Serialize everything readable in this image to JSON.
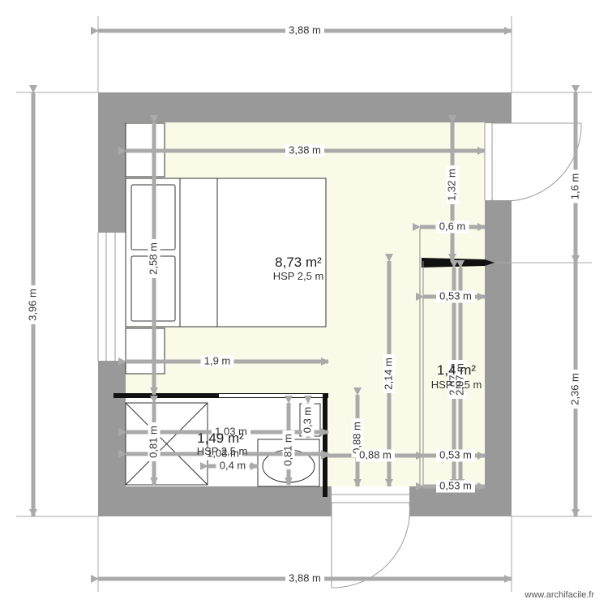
{
  "plan": {
    "colors": {
      "wall": "#999999",
      "floor": "#fafae8",
      "dimension": "#aaaaaa",
      "text": "#333333",
      "thin_line": "#333333"
    },
    "rooms": [
      {
        "area": "8,73 m²",
        "hsp": "HSP 2,5 m"
      },
      {
        "area": "1,4 m²",
        "hsp": "HSP 2,5 m"
      },
      {
        "area": "1,49 m²",
        "hsp": "HSP 2,5 m"
      }
    ],
    "dimensions": {
      "top_outer": "3,88 m",
      "top_inner": "3,38 m",
      "left_outer": "3,96 m",
      "right_upper": "1,6 m",
      "right_lower": "2,36 m",
      "bottom_outer": "3,88 m",
      "bed_height": "2,58 m",
      "bed_width": "1,9 m",
      "upper_right_vert": "1,32 m",
      "gap_06": "0,6 m",
      "gap_053_top": "0,53 m",
      "gap_053_bottom": "0,53 m",
      "bottom_gap": "0,53 m",
      "mid_vertical": "2,14 m",
      "corridor_vertical": "2,07 m",
      "corridor_vertical_2": "2,07 m",
      "sdb_a": "1,03 m",
      "sdb_b": "1,03 m",
      "sdb_small": "0,4 m",
      "sdb_081_a": "0,81 m",
      "sdb_081_b": "0,81 m",
      "sdb_side": "0,3 m",
      "v_088": "0,88 m",
      "h_088": "0,88 m"
    },
    "watermark": "www.archifacile.fr"
  }
}
